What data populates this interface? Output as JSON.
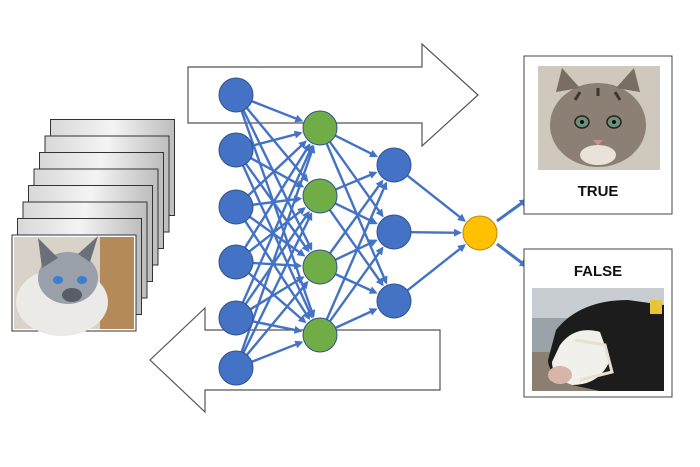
{
  "output_true": {
    "label": "TRUE"
  },
  "output_false": {
    "label": "FALSE"
  },
  "network": {
    "layers": [
      6,
      4,
      3,
      1
    ],
    "hidden_color": "#4472c4",
    "middle_color": "#70ad47",
    "output_color": "#ffc000",
    "edge_color": "#4472c4"
  },
  "input_stack": {
    "frames": 8
  }
}
